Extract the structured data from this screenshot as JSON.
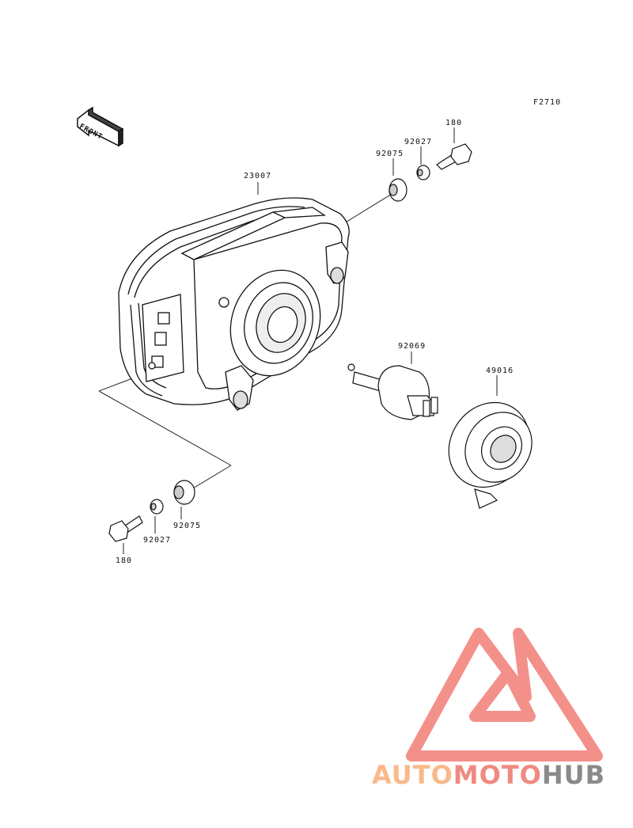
{
  "diagram": {
    "figure_code": "F2710",
    "front_label": "FRONT",
    "parts": {
      "headlight_housing": "23007",
      "bulb": "92069",
      "bulb_cover": "49016",
      "grommet_upper": "92075",
      "collar_upper": "92027",
      "bolt_upper": "180",
      "grommet_lower": "92075",
      "collar_lower": "92027",
      "bolt_lower": "180"
    }
  },
  "watermark": {
    "word_part1": "AUTO",
    "word_part2": "MOTO",
    "word_part3": "HUB",
    "color_part1": "#f9b98a",
    "color_part2": "#f08a80",
    "color_part3": "#8a8a8a",
    "triangle_color": "#f4908a"
  }
}
